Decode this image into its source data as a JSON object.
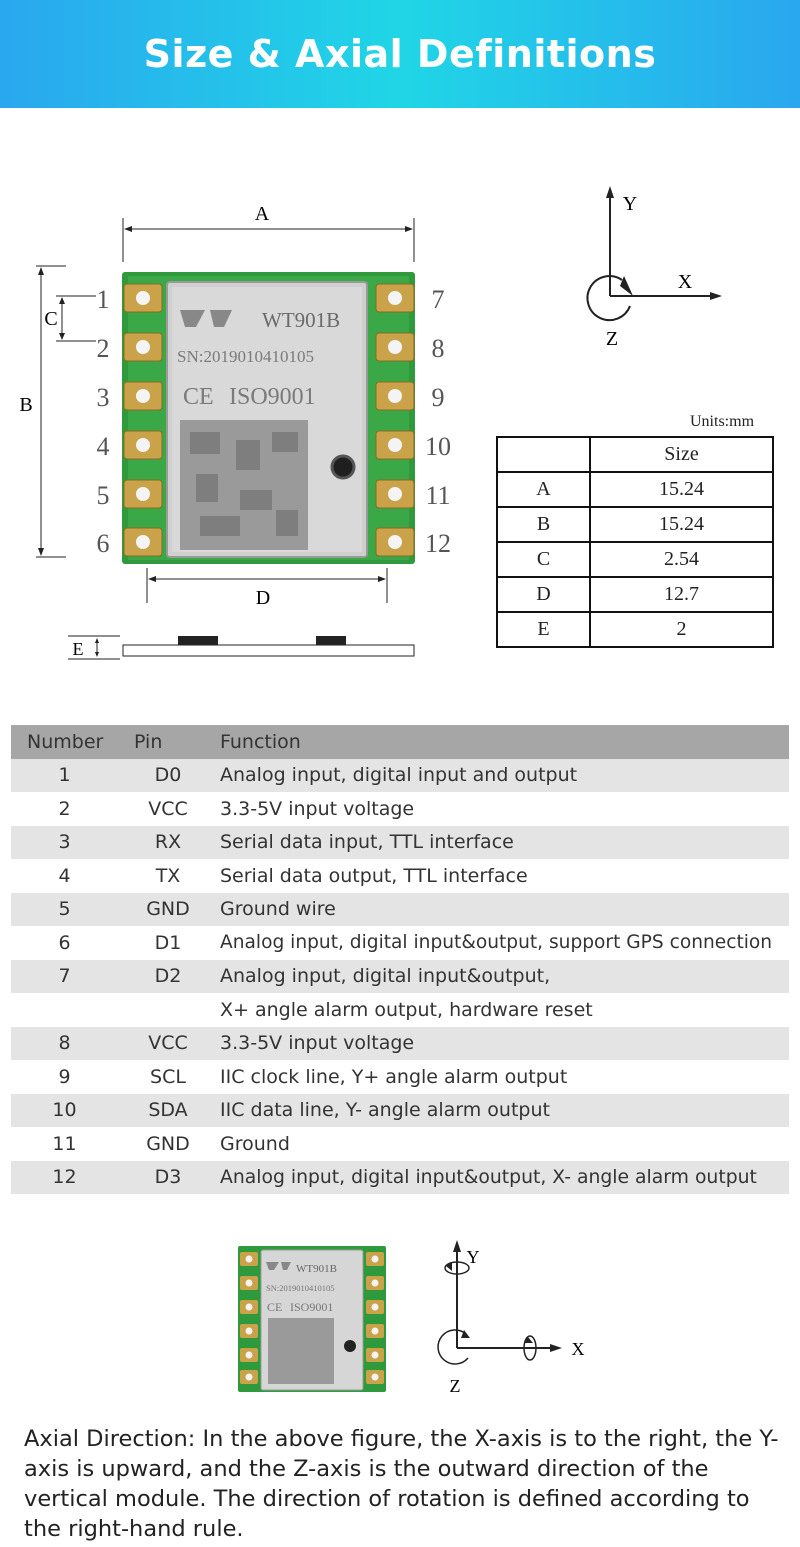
{
  "header": {
    "title": "Size & Axial Definitions"
  },
  "diagram": {
    "dim_labels": {
      "a": "A",
      "b": "B",
      "c": "C",
      "d": "D",
      "e": "E"
    },
    "left_pins": [
      "1",
      "2",
      "3",
      "4",
      "5",
      "6"
    ],
    "right_pins": [
      "7",
      "8",
      "9",
      "10",
      "11",
      "12"
    ],
    "chip": {
      "brand": "WT901B",
      "serial": "SN:2019010410105",
      "cert": "ISO9001",
      "ce": "CE"
    },
    "axes": {
      "x": "X",
      "y": "Y",
      "z": "Z"
    }
  },
  "size_table": {
    "units": "Units:mm",
    "header": "Size",
    "rows": [
      {
        "label": "A",
        "value": "15.24"
      },
      {
        "label": "B",
        "value": "15.24"
      },
      {
        "label": "C",
        "value": "2.54"
      },
      {
        "label": "D",
        "value": "12.7"
      },
      {
        "label": "E",
        "value": "2"
      }
    ]
  },
  "pin_table": {
    "headers": {
      "number": "Number",
      "pin": "Pin",
      "function": "Function"
    },
    "rows": [
      {
        "number": "1",
        "pin": "D0",
        "function": "Analog input, digital input and output"
      },
      {
        "number": "2",
        "pin": "VCC",
        "function": "3.3-5V input voltage"
      },
      {
        "number": "3",
        "pin": "RX",
        "function": "Serial data input, TTL interface"
      },
      {
        "number": "4",
        "pin": "TX",
        "function": "Serial data output, TTL interface"
      },
      {
        "number": "5",
        "pin": "GND",
        "function": "Ground wire"
      },
      {
        "number": "6",
        "pin": "D1",
        "function": "Analog input, digital input&output, support GPS connection"
      },
      {
        "number": "7",
        "pin": "D2",
        "function": "Analog input, digital input&output,"
      },
      {
        "number": "",
        "pin": "",
        "function": "X+ angle alarm output, hardware reset"
      },
      {
        "number": "8",
        "pin": "VCC",
        "function": "3.3-5V input voltage"
      },
      {
        "number": "9",
        "pin": "SCL",
        "function": "IIC clock line, Y+ angle alarm output"
      },
      {
        "number": "10",
        "pin": "SDA",
        "function": "IIC data line, Y- angle alarm output"
      },
      {
        "number": "11",
        "pin": "GND",
        "function": "Ground"
      },
      {
        "number": "12",
        "pin": "D3",
        "function": "Analog input, digital input&output, X- angle alarm output"
      }
    ]
  },
  "description": "Axial Direction: In the above figure, the X-axis is to the right, the Y-axis is upward, and the Z-axis is the outward direction of the vertical module. The direction of rotation is defined according to the right-hand rule.",
  "colors": {
    "banner_start": "#2aa7ef",
    "banner_mid": "#20d6e6",
    "pcb": "#2f9a3c",
    "pad": "#c9a24a",
    "shield": "#cfcfcf",
    "header_row": "#a6a6a6",
    "alt_row": "#e4e4e4"
  }
}
